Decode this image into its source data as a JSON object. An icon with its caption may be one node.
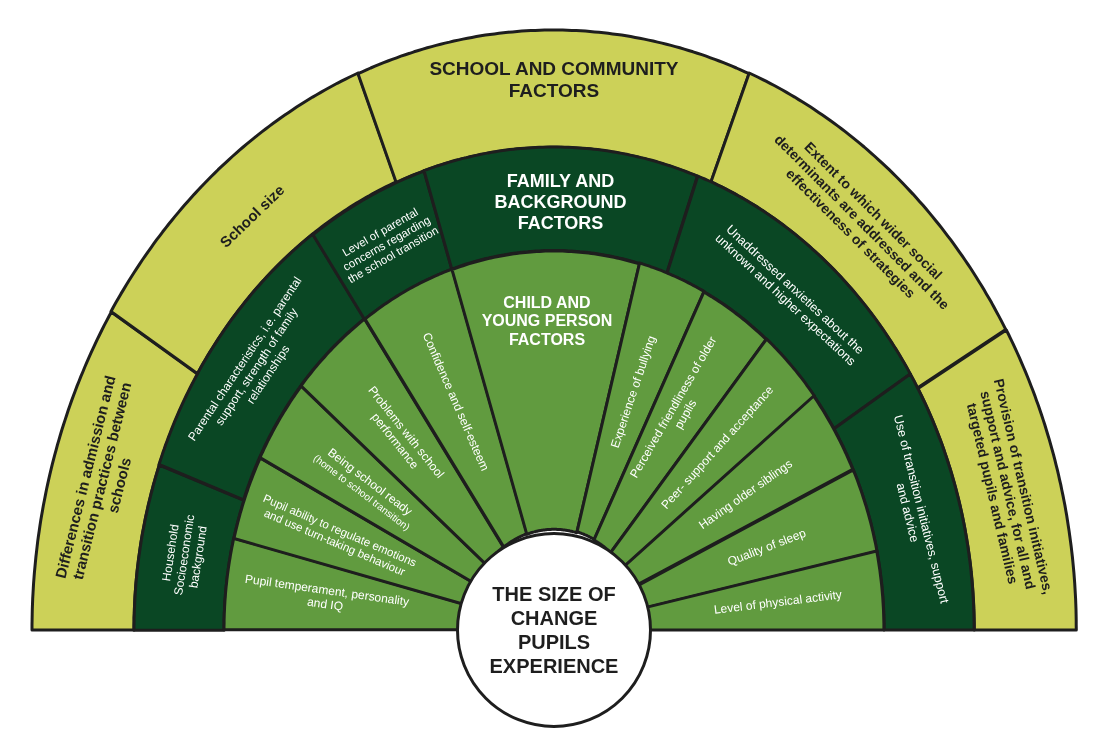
{
  "diagram": {
    "nodes": [
      {
        "text": [
          "Differences in admission and transition practices between schools"
        ]
      },
      {
        "text": [
          "School size"
        ]
      },
      {
        "text": [
          "SCHOOL AND COMMUNITY FACTORS"
        ]
      },
      {
        "text": [
          "Extent to which wider social determinants are addressed and the effectiveness of strategies"
        ]
      },
      {
        "text": [
          "Provision of transition initiatives, support and advice, for all and targeted pupils and families"
        ]
      },
      {
        "text": [
          "Household Socioeconomic background"
        ]
      },
      {
        "text": [
          "Parental characteristics, i.e. parental support, strength of family relationships"
        ]
      },
      {
        "text": [
          "Level of parental concerns regarding the school transition"
        ]
      },
      {
        "text": [
          "FAMILY AND BACKGROUND FACTORS"
        ]
      },
      {
        "text": [
          "Unaddressed anxieties about the unknown and higher expectations"
        ]
      },
      {
        "text": [
          "Use of transition initiatives, support and advice"
        ]
      },
      {
        "text": [
          "Pupil temperament, personality and IQ"
        ]
      },
      {
        "text": [
          "Pupil ability to regulate emotions and use turn-taking behaviour"
        ]
      },
      {
        "text": [
          "Being school ready",
          "(home to school transition)"
        ]
      },
      {
        "text": [
          "Problems with school performance"
        ]
      },
      {
        "text": [
          "Confidence and self-esteem"
        ]
      },
      {
        "text": [
          "CHILD AND YOUNG PERSON FACTORS"
        ]
      },
      {
        "text": [
          "Experience of bullying"
        ]
      },
      {
        "text": [
          "Perceived friendliness of older pupils"
        ]
      },
      {
        "text": [
          "Peer- support and acceptance"
        ]
      },
      {
        "text": [
          "Having older siblings"
        ]
      },
      {
        "text": [
          "Quality of sleep"
        ]
      },
      {
        "text": [
          "Level of physical activity"
        ]
      },
      {
        "text": [
          "THE SIZE OF CHANGE PUPILS EXPERIENCE"
        ]
      }
    ]
  }
}
